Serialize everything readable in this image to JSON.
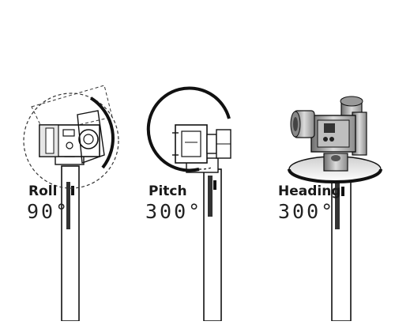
{
  "axes": [
    {
      "name": "Roll",
      "angle": "90°"
    },
    {
      "name": "Pitch",
      "angle": "300°"
    },
    {
      "name": "Heading",
      "angle": "300°"
    }
  ],
  "colors": {
    "line": "#111111",
    "body_dark": "#333333",
    "body_mid": "#777777",
    "body_light": "#cfcfcf",
    "background": "#ffffff"
  }
}
